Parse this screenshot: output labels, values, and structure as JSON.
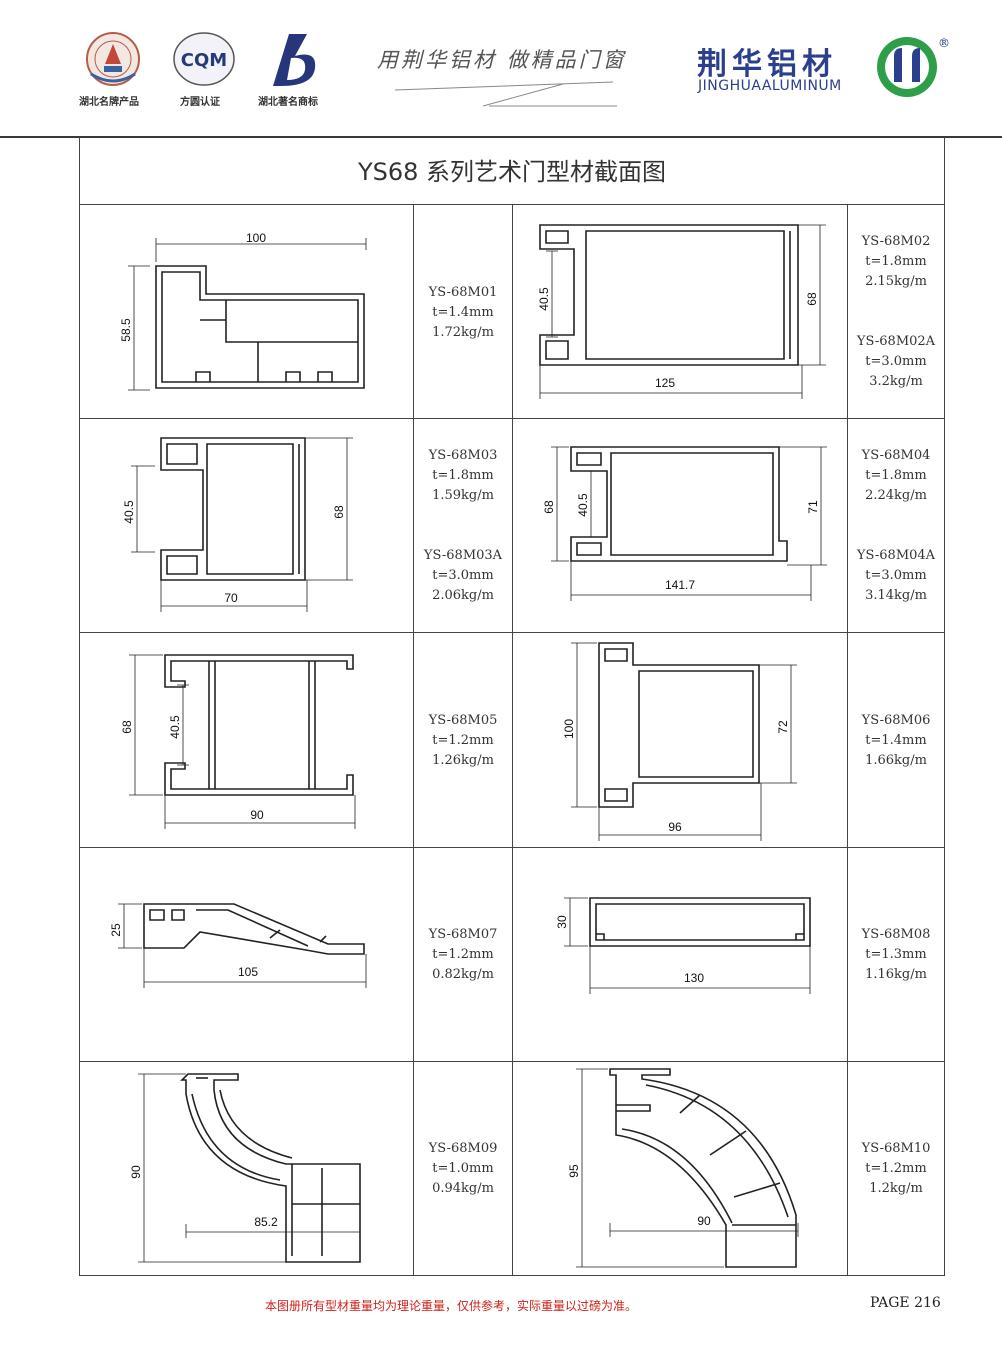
{
  "header": {
    "badges": [
      {
        "caption": "湖北名牌产品",
        "icon": "famous-brand-emblem-icon"
      },
      {
        "caption": "方圆认证",
        "icon": "cqm-certification-icon",
        "text": "CQM"
      },
      {
        "caption": "湖北著名商标",
        "icon": "trademark-logo-icon"
      }
    ],
    "slogan": "用荆华铝材   做精品门窗",
    "brand_cn": "荆华铝材",
    "brand_en": "JINGHUAALUMINUM",
    "brand_icon": "jinghua-logo-icon",
    "registered": "®"
  },
  "title": "YS68 系列艺术门型材截面图",
  "profiles": [
    {
      "code": "YS-68M01",
      "t": "t=1.4mm",
      "w": "1.72kg/m",
      "dims": [
        "100",
        "58.5"
      ]
    },
    {
      "code": "YS-68M02",
      "t": "t=1.8mm",
      "w": "2.15kg/m",
      "alt": {
        "code": "YS-68M02A",
        "t": "t=3.0mm",
        "w": "3.2kg/m"
      },
      "dims": [
        "125",
        "40.5",
        "68"
      ]
    },
    {
      "code": "YS-68M03",
      "t": "t=1.8mm",
      "w": "1.59kg/m",
      "alt": {
        "code": "YS-68M03A",
        "t": "t=3.0mm",
        "w": "2.06kg/m"
      },
      "dims": [
        "70",
        "40.5",
        "68"
      ]
    },
    {
      "code": "YS-68M04",
      "t": "t=1.8mm",
      "w": "2.24kg/m",
      "alt": {
        "code": "YS-68M04A",
        "t": "t=3.0mm",
        "w": "3.14kg/m"
      },
      "dims": [
        "141.7",
        "68",
        "40.5",
        "71"
      ]
    },
    {
      "code": "YS-68M05",
      "t": "t=1.2mm",
      "w": "1.26kg/m",
      "dims": [
        "90",
        "68",
        "40.5"
      ]
    },
    {
      "code": "YS-68M06",
      "t": "t=1.4mm",
      "w": "1.66kg/m",
      "dims": [
        "96",
        "100",
        "72"
      ]
    },
    {
      "code": "YS-68M07",
      "t": "t=1.2mm",
      "w": "0.82kg/m",
      "dims": [
        "105",
        "25"
      ]
    },
    {
      "code": "YS-68M08",
      "t": "t=1.3mm",
      "w": "1.16kg/m",
      "dims": [
        "130",
        "30"
      ]
    },
    {
      "code": "YS-68M09",
      "t": "t=1.0mm",
      "w": "0.94kg/m",
      "dims": [
        "85.2",
        "90"
      ]
    },
    {
      "code": "YS-68M10",
      "t": "t=1.2mm",
      "w": "1.2kg/m",
      "dims": [
        "90",
        "95"
      ]
    }
  ],
  "footer": {
    "note": "本图册所有型材重量均为理论重量，仅供参考，实际重量以过磅为准。",
    "page": "PAGE 216"
  }
}
